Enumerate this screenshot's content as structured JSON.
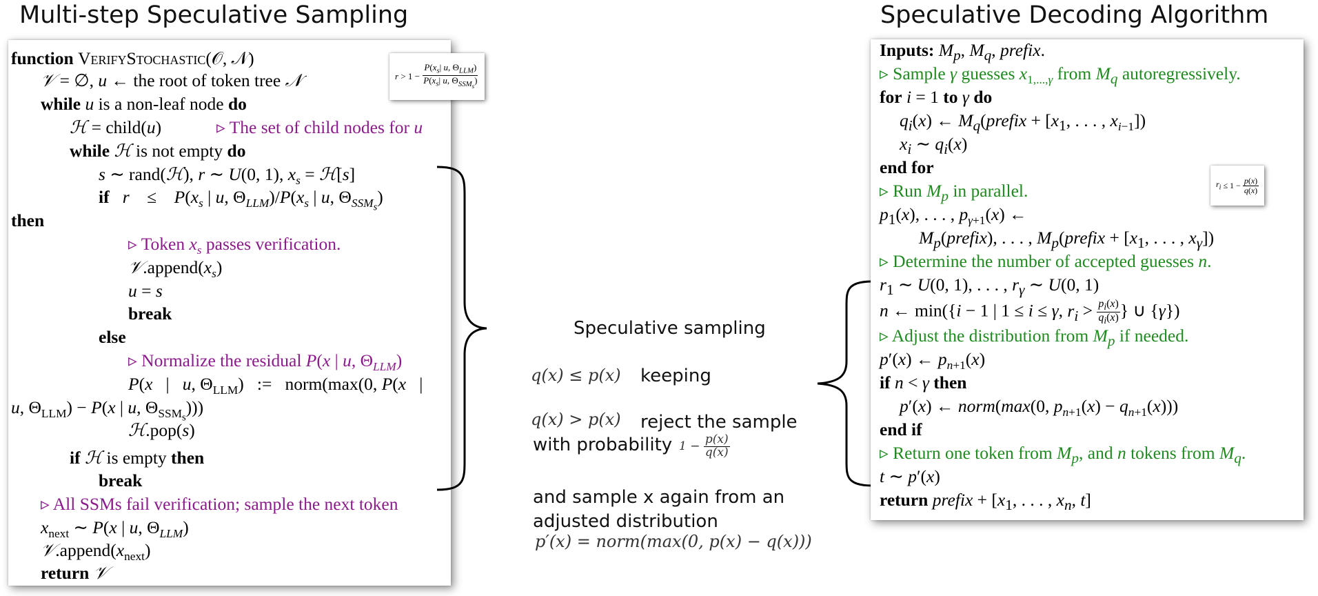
{
  "titles": {
    "left": "Multi-step Speculative Sampling",
    "right": "Speculative Decoding Algorithm"
  },
  "left_panel": {
    "tooltip": "r > 1 − P(xs| u, ΘLLM) / P(xs| u, ΘSSMs)",
    "lines": [
      "function VerifyStochastic(𝒪, 𝒩)",
      "𝒱 = ∅, u ← the root of token tree 𝒩",
      "while u is a non-leaf node do",
      "ℋ = child(u)",
      "▹ The set of child nodes for u",
      "while ℋ is not empty do",
      "s ∼ rand(ℋ), r ∼ U(0, 1), xs = ℋ[s]",
      "if r ≤ P(xs | u, ΘLLM)/P(xs | u, ΘSSMs)",
      "then",
      "▹ Token xs passes verification.",
      "𝒱.append(xs)",
      "u = s",
      "break",
      "else",
      "▹ Normalize the residual P(x | u, ΘLLM)",
      "P(x | u, ΘLLM) := norm(max(0, P(x |",
      "u, ΘLLM) − P(x | u, ΘSSMs)))",
      "ℋ.pop(s)",
      "if ℋ is empty then",
      "break",
      "▹ All SSMs fail verification; sample the next token",
      "xnext ∼ P(x | u, ΘLLM)",
      "𝒱.append(xnext)",
      "return 𝒱"
    ]
  },
  "middle": {
    "heading": "Speculative sampling",
    "keep_condition": "q(x) ≤ p(x)",
    "keep_label": "keeping",
    "reject_condition": "q(x) > p(x)",
    "reject_label": "reject the sample",
    "probability_label": "with probability",
    "probability_expr": "1 − p(x)/q(x)",
    "resample_line1": "and sample x again from an",
    "resample_line2": "adjusted distribution",
    "adjusted_formula": "p′(x) = norm(max(0, p(x) − q(x)))"
  },
  "right_panel": {
    "tooltip": "ri ≤ 1 − p(x)/q(x)",
    "lines": [
      "Inputs: Mp, Mq, prefix.",
      "▹ Sample γ guesses x1,...,γ from Mq autoregressively.",
      "for i = 1 to γ do",
      "qi(x) ← Mq(prefix + [x1, . . . , xi−1])",
      "xi ∼ qi(x)",
      "end for",
      "▹ Run Mp in parallel.",
      "p1(x), . . . , pγ+1(x) ←",
      "Mp(prefix), . . . , Mp(prefix + [x1, . . . , xγ])",
      "▹ Determine the number of accepted guesses n.",
      "r1 ∼ U(0, 1), . . . , rγ ∼ U(0, 1)",
      "n ← min({i − 1 | 1 ≤ i ≤ γ, ri > pi(x)/qi(x)} ∪ {γ})",
      "▹ Adjust the distribution from Mp if needed.",
      "p′(x) ← pn+1(x)",
      "if n < γ then",
      "p′(x) ← norm(max(0, pn+1(x) − qn+1(x)))",
      "end if",
      "▹ Return one token from Mp, and n tokens from Mq.",
      "t ∼ p′(x)",
      "return prefix + [x1, . . . , xn, t]"
    ]
  },
  "colors": {
    "comment_left": "#8b1a8b",
    "comment_right": "#1f8a1f",
    "text": "#000000"
  }
}
